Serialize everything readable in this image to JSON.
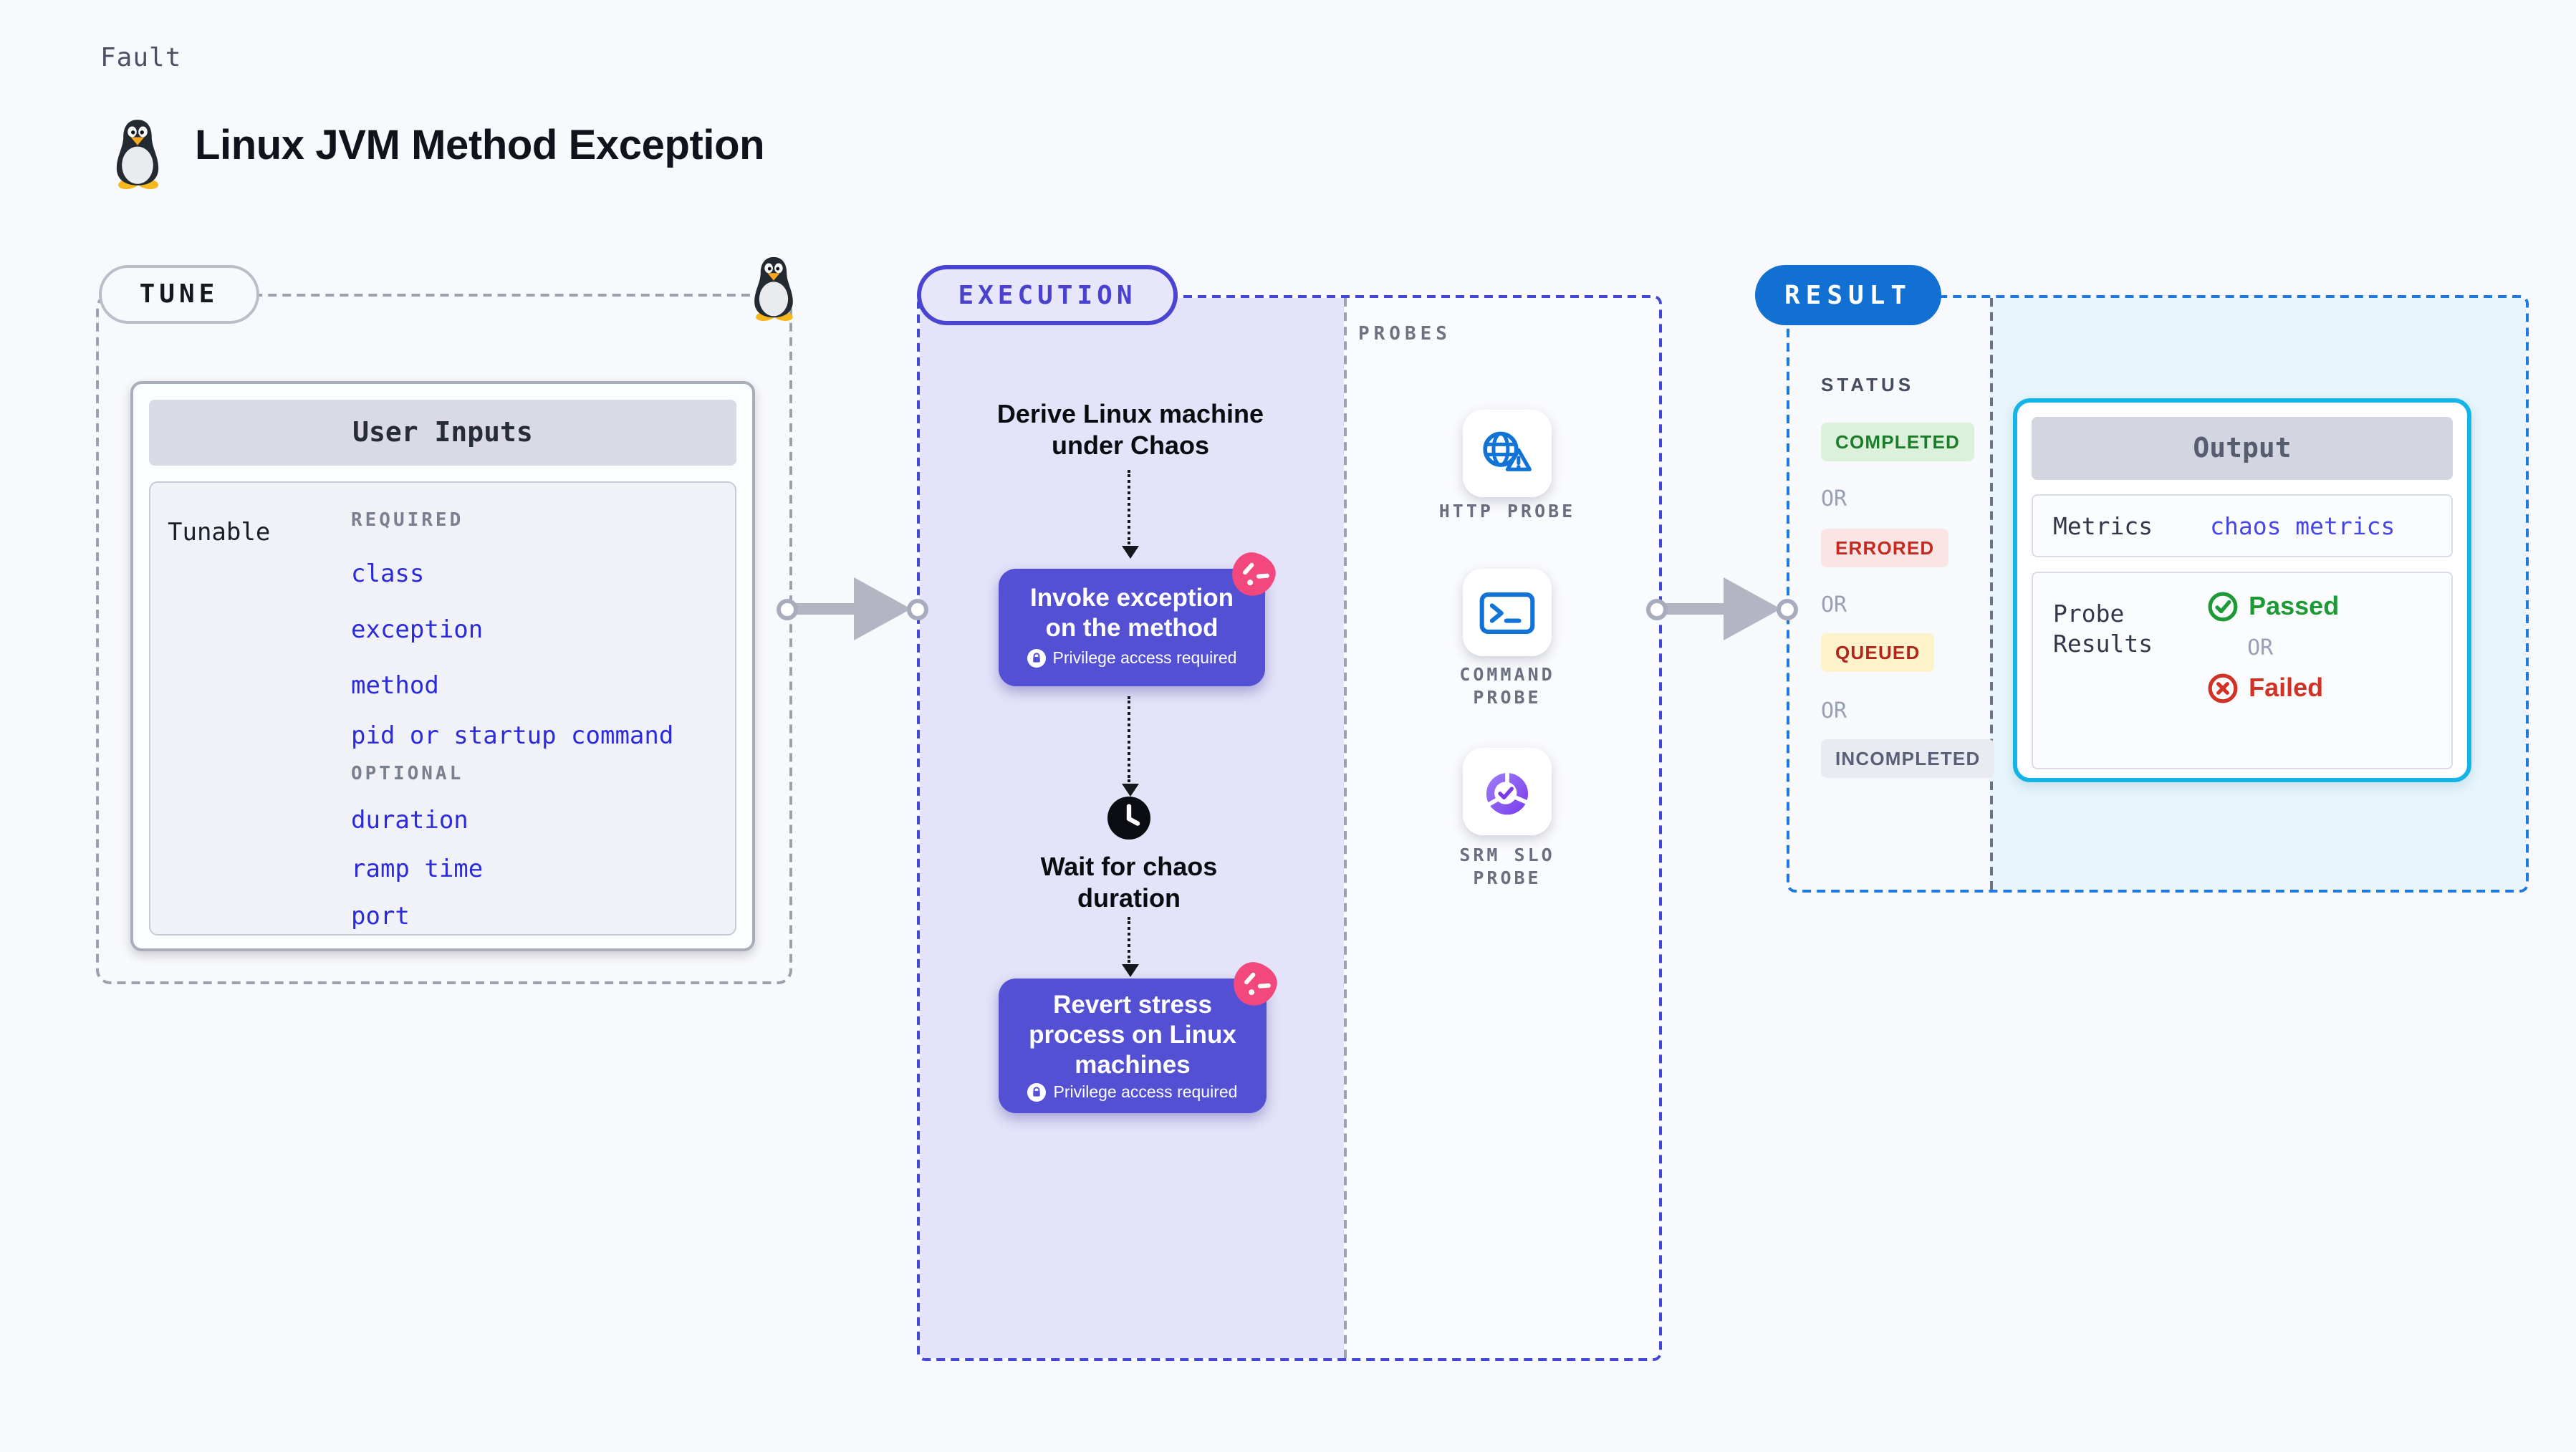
{
  "page": {
    "kicker": "Fault",
    "title": "Linux JVM Method Exception"
  },
  "colors": {
    "indigo_accent": "#4a45d0",
    "action_box": "#5450d4",
    "lavender_panel": "#e4e3f9",
    "pink_chaos": "#f2487e",
    "result_blue": "#1170d2",
    "output_border_cyan": "#14b4e9",
    "cyan_panel": "#e8f5fb",
    "link_blue": "#2b2bdc",
    "green_pass": "#1d9a35",
    "red_fail": "#d23126",
    "arrow_gray": "#b3b5c3",
    "probe_icon_blue": "#1273d6",
    "srm_icon_purple": "#7a3bee"
  },
  "tune": {
    "badge": "TUNE",
    "panel_title": "User Inputs",
    "row_label": "Tunable",
    "required_label": "REQUIRED",
    "required": [
      "class",
      "exception",
      "method",
      "pid or startup command"
    ],
    "optional_label": "OPTIONAL",
    "optional": [
      "duration",
      "ramp time",
      "port"
    ]
  },
  "execution": {
    "badge": "EXECUTION",
    "derive": {
      "l1": "Derive Linux machine",
      "l2": "under Chaos"
    },
    "invoke": {
      "l1": "Invoke exception",
      "l2": "on the method",
      "note": "Privilege access required"
    },
    "wait": {
      "l1": "Wait for chaos",
      "l2": "duration"
    },
    "revert": {
      "l1": "Revert stress",
      "l2": "process on Linux",
      "l3": "machines",
      "note": "Privilege access required"
    }
  },
  "probes": {
    "label": "PROBES",
    "http": {
      "l1": "HTTP PROBE"
    },
    "command": {
      "l1": "COMMAND",
      "l2": "PROBE"
    },
    "srm": {
      "l1": "SRM SLO",
      "l2": "PROBE"
    }
  },
  "result": {
    "badge": "RESULT",
    "status_label": "STATUS",
    "or": "OR",
    "statuses": [
      "COMPLETED",
      "ERRORED",
      "QUEUED",
      "INCOMPLETED"
    ],
    "output": {
      "title": "Output",
      "metrics_label": "Metrics",
      "metrics_value": "chaos metrics",
      "probe_l1": "Probe",
      "probe_l2": "Results",
      "passed": "Passed",
      "or": "OR",
      "failed": "Failed"
    }
  }
}
